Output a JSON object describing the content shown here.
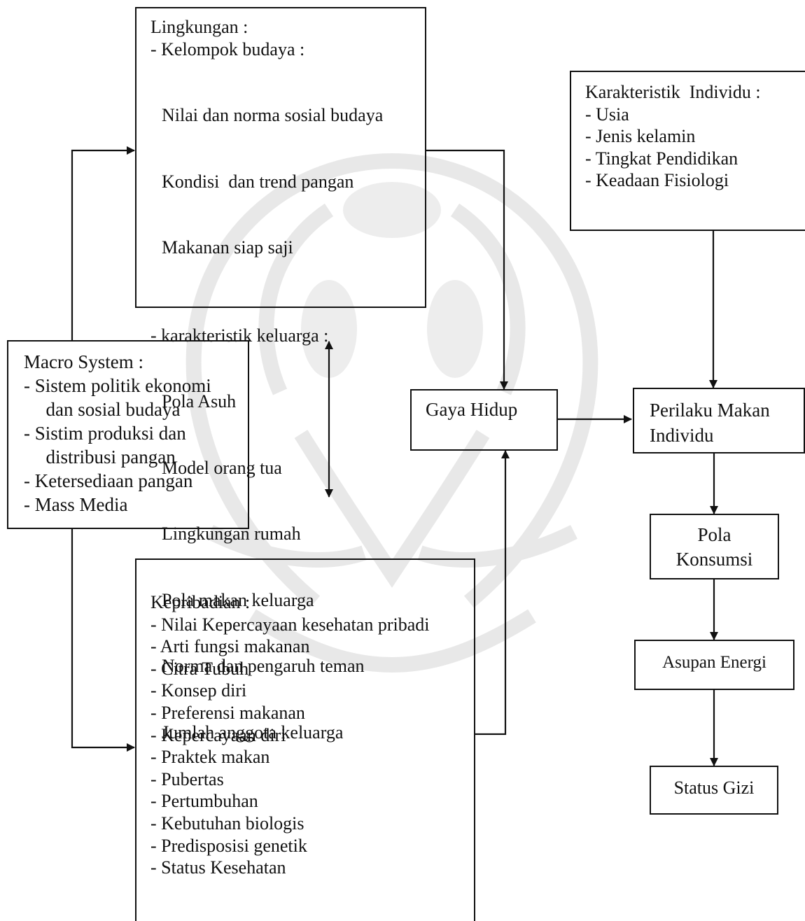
{
  "colors": {
    "line": "#111111",
    "watermark": "#c8c8c8",
    "background": "#ffffff"
  },
  "lingkungan": {
    "title": "Lingkungan :",
    "group1_title": "- Kelompok budaya :",
    "group1_items": [
      "Nilai dan norma sosial budaya",
      "Kondisi  dan trend pangan",
      "Makanan siap saji"
    ],
    "group2_title": "- karakteristik keluarga :",
    "group2_items": [
      "Pola Asuh",
      "Model orang tua",
      "Lingkungan rumah",
      "Pola makan keluarga",
      "Norma dan pengaruh teman",
      "Jumlah anggota keluarga"
    ]
  },
  "karakteristik": {
    "title": "Karakteristik  Individu :",
    "items": [
      "- Usia",
      "- Jenis kelamin",
      "- Tingkat Pendidikan",
      "- Keadaan Fisiologi"
    ]
  },
  "macro": {
    "title": "Macro System :",
    "lines": [
      "- Sistem politik ekonomi",
      "  dan sosial budaya",
      "- Sistim produksi dan",
      "  distribusi pangan",
      "- Ketersediaan pangan",
      "- Mass Media"
    ]
  },
  "gaya_hidup": {
    "label": "Gaya Hidup"
  },
  "perilaku": {
    "line1": "Perilaku Makan",
    "line2": "Individu"
  },
  "pola": {
    "line1": "Pola",
    "line2": "Konsumsi"
  },
  "asupan": {
    "label": "Asupan Energi"
  },
  "status": {
    "label": "Status Gizi"
  },
  "kepribadian": {
    "title": "Kepribadian :",
    "items": [
      "- Nilai Kepercayaan kesehatan pribadi",
      "- Arti fungsi makanan",
      "- Citra Tubuh",
      "- Konsep diri",
      "- Preferensi makanan",
      "- Kepercayaan diri",
      "- Praktek makan",
      "- Pubertas",
      "- Pertumbuhan",
      "- Kebutuhan biologis",
      "- Predisposisi genetik",
      "- Status Kesehatan"
    ]
  }
}
